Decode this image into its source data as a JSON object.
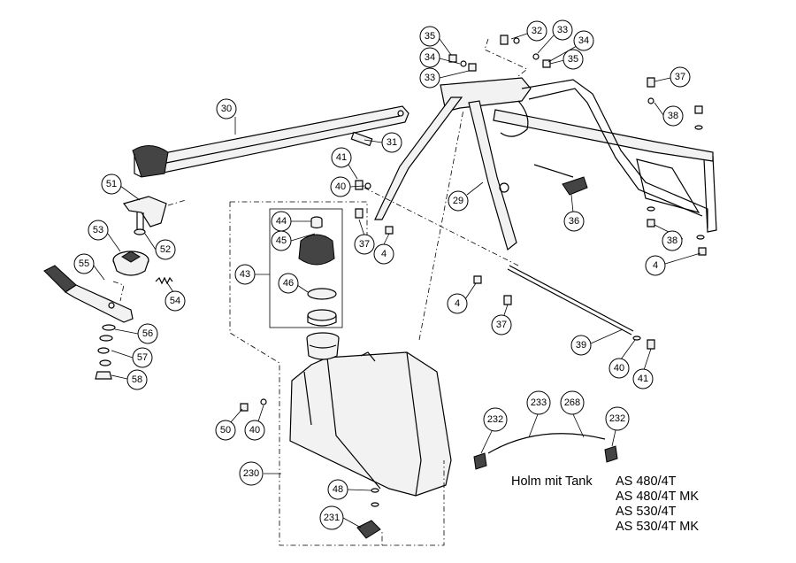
{
  "caption": {
    "title": "Holm mit Tank",
    "models": [
      "AS 480/4T",
      "AS 480/4T MK",
      "AS 530/4T",
      "AS 530/4T MK"
    ]
  },
  "callouts": {
    "c30": "30",
    "c31": "31",
    "c51": "51",
    "c52": "52",
    "c53": "53",
    "c54": "54",
    "c55": "55",
    "c56": "56",
    "c57": "57",
    "c58": "58",
    "c41a": "41",
    "c40a": "40",
    "c37a": "37",
    "c4a": "4",
    "c29": "29",
    "c35a": "35",
    "c34a": "34",
    "c33a": "33",
    "c32": "32",
    "c33b": "33",
    "c34b": "34",
    "c35b": "35",
    "c37b": "37",
    "c38a": "38",
    "c36": "36",
    "c38b": "38",
    "c4b": "4",
    "c4c": "4",
    "c37c": "37",
    "c39": "39",
    "c40b": "40",
    "c41b": "41",
    "c44": "44",
    "c45": "45",
    "c43": "43",
    "c46": "46",
    "c50": "50",
    "c40c": "40",
    "c230": "230",
    "c48": "48",
    "c231": "231",
    "c232a": "232",
    "c233": "233",
    "c268": "268",
    "c232b": "232"
  }
}
